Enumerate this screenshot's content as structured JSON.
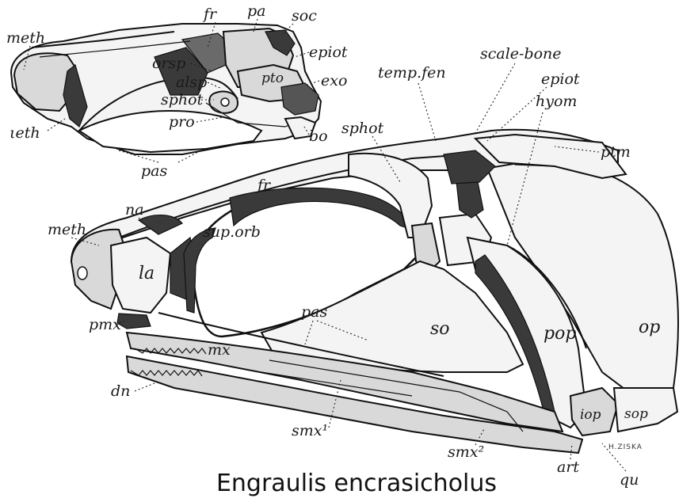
{
  "title": "Engraulis encrasicholus",
  "signature": "H.ZISKA",
  "upper_figure_labels": {
    "meth": "meth",
    "fr": "fr",
    "pa": "pa",
    "soc": "soc",
    "epiot": "epiot",
    "orsp": "orsp",
    "alsp": "alsp",
    "pto": "pto",
    "exo": "exo",
    "sphot": "sphot",
    "pro": "pro",
    "leth": "ιeth",
    "pas": "pas",
    "bo": "bo"
  },
  "lower_figure_labels": {
    "temp_fen": "temp.fen",
    "scale_bone": "scale-bone",
    "epiot": "epiot",
    "hyom": "hyom",
    "sphot": "sphot",
    "ptm": "ptm",
    "fr": "fr",
    "meth": "meth",
    "na": "na",
    "sup_orb": "sup.orb",
    "la": "la",
    "pmx": "pmx",
    "pas": "pas",
    "so": "so",
    "pop": "pop",
    "op": "op",
    "mx": "mx",
    "dn": "dn",
    "smx1": "smx¹",
    "smx2": "smx²",
    "iop": "iop",
    "sop": "sop",
    "art": "art",
    "qu": "qu"
  }
}
